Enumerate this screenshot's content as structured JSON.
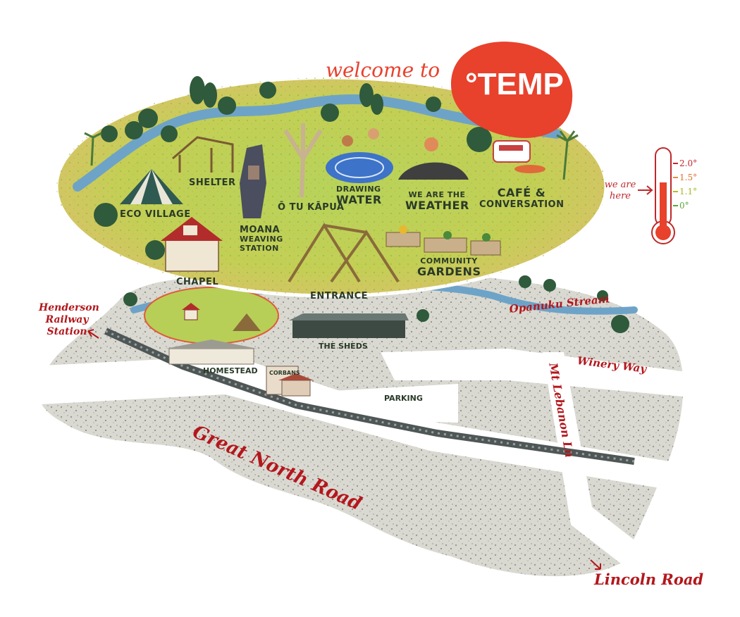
{
  "header": {
    "welcome": "welcome to",
    "brand": "°TEMP"
  },
  "site_labels": {
    "shelter": "SHELTER",
    "eco_village": "ECO VILLAGE",
    "moana_1": "MOANA",
    "moana_2": "WEAVING",
    "moana_3": "STATION",
    "o_tu_kapua": "Ō TU KĀPUA",
    "drawing": "DRAWING",
    "water": "WATER",
    "we_are_the": "WE ARE THE",
    "weather": "WEATHER",
    "cafe": "CAFÉ &",
    "conversation": "CONVERSATION",
    "chapel": "CHAPEL",
    "entrance": "ENTRANCE",
    "community": "COMMUNITY",
    "gardens": "GARDENS",
    "the_sheds": "THE SHEDS",
    "homestead": "HOMESTEAD",
    "corbans": "CORBANS",
    "parking": "PARKING"
  },
  "roads": {
    "great_north_road": "Great North Road",
    "winery_way": "Winery Way",
    "mt_lebanon_ln": "Mt Lebanon Ln",
    "opanuku_stream": "Opanuku Stream",
    "lincoln_road": "Lincoln Road",
    "henderson_1": "Henderson",
    "henderson_2": "Railway",
    "henderson_3": "Station"
  },
  "thermometer": {
    "marker": "we are here",
    "marker_1": "we are",
    "marker_2": "here",
    "scale": [
      "2.0°",
      "1.5°",
      "1.1°",
      "0°"
    ],
    "level_c": 1.1
  },
  "colors": {
    "brand_red": "#e8412c",
    "road_red": "#b3171c",
    "grass": "#a9cc52",
    "stream": "#6ea3c8",
    "ground": "#d7d7cf"
  }
}
